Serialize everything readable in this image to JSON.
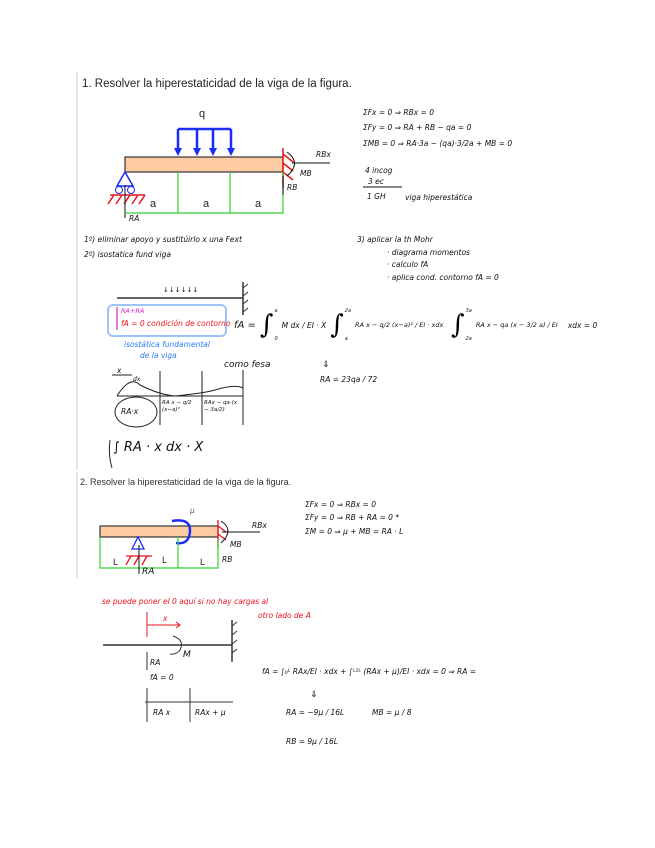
{
  "problem1": {
    "title": "1. Resolver la hiperestaticidad de la viga de la figura.",
    "figure": {
      "load": "q",
      "spans": [
        "a",
        "a",
        "a"
      ],
      "ra": "RA",
      "rbx": "RBx",
      "mb": "MB",
      "rb": "RB",
      "beam_color": "#fdcca3",
      "load_color": "#1a2cf5",
      "support_color": "#e8151c",
      "dim_color": "#33d133"
    },
    "equations": [
      "ΣFx = 0 ⇒ RBx = 0",
      "ΣFy = 0 ⇒ RA + RB − qa = 0",
      "ΣMB = 0 ⇒ RA·3a − (qa)·3/2a + MB = 0"
    ],
    "count": {
      "unknowns": "4 incog",
      "eqs": "3 ec",
      "gh": "1 GH",
      "result": "viga hiperestática"
    },
    "steps": [
      "1º) eliminar apoyo y sustitúirlo x una Fext",
      "2º) isostatica fund viga"
    ],
    "step3": {
      "title": "3) aplicar la th Mohr",
      "bullets": [
        "· diagrama momentos",
        "· calculo fA",
        "· aplica cond. contorno fA = 0"
      ]
    },
    "sketch": {
      "load": "↓↓↓↓↓↓",
      "force": "RA+RA",
      "condition": "fA = 0 condición de contorno",
      "caption1": "isostática fundamental",
      "caption2": "de la viga",
      "como": "como fesa"
    },
    "formula": {
      "lhs": "fA =",
      "t1": "M dx / EI · X",
      "t2": "RA x − q/2 (x−a)² / EI · xdx",
      "t3": "RA x − qa (x − 3/2 a) / EI",
      "end": "xdx = 0",
      "lim1": "a",
      "lim2": "2a",
      "lim3": "3a",
      "lim0": "0"
    },
    "result": {
      "arrow": "⇓",
      "ra": "RA = 23qa / 72"
    },
    "diagram": {
      "x": "x",
      "dx": "dx",
      "m1": "RA·x",
      "m2": "RA x − q/2 (x−a)²",
      "m3": "RAx − qa·(x − 3a/2)"
    },
    "integral": "∫ RA · x dx · X"
  },
  "problem2": {
    "title": "2. Resolver la hiperestaticidad de la viga de la figura.",
    "figure": {
      "moment": "μ",
      "spans": [
        "L",
        "L",
        "L"
      ],
      "ra": "RA",
      "rbx": "RBx",
      "mb": "MB",
      "rb": "RB"
    },
    "equations": [
      "ΣFx = 0 ⇒ RBx = 0",
      "ΣFy = 0 ⇒ RB + RA = 0 *",
      "ΣM = 0 ⇒ μ + MB = RA · L"
    ],
    "note1": "se puede poner el 0 aquí si no hay cargas al",
    "note2": "otro lado de A",
    "sketch": {
      "x": "x",
      "m": "M",
      "ra": "RA",
      "fa": "fA = 0",
      "m1": "RA x",
      "m2": "RAx + μ"
    },
    "formula": "fA = ∫₀ᴸ RAx/EI · xdx + ∫ᴸ²ᴸ (RAx + μ)/EI · xdx = 0 ⇒ RA =",
    "arrow": "⇓",
    "ra": "RA = −9μ / 16L",
    "mb": "MB = μ / 8",
    "rb": "RB = 9μ / 16L"
  }
}
